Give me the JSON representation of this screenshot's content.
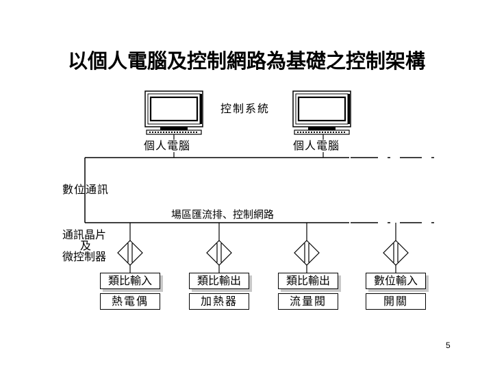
{
  "title": "以個人電腦及控制網路為基礎之控制架構",
  "control_system_label": "控制系統",
  "computers": [
    {
      "label": "個人電腦",
      "icon": "computer-icon"
    },
    {
      "label": "個人電腦",
      "icon": "computer-icon"
    }
  ],
  "digital_comm_label": "數位通訊",
  "network_label": "場區匯流排、控制網路",
  "chip_label": {
    "line1": "通訊晶片",
    "line2": "及",
    "line3": "微控制器"
  },
  "nodes": [
    {
      "module": "類比輸入",
      "device": "熱電偶",
      "icon": "diamond-node-icon"
    },
    {
      "module": "類比輸出",
      "device": "加熱器",
      "icon": "diamond-node-icon"
    },
    {
      "module": "類比輸出",
      "device": "流量閥",
      "icon": "diamond-node-icon"
    },
    {
      "module": "數位輸入",
      "device": "開關",
      "icon": "diamond-node-icon"
    }
  ],
  "page_number": "5"
}
